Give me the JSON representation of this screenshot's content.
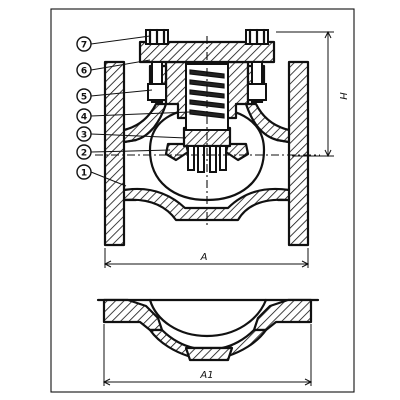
{
  "drawing": {
    "callouts": [
      "7",
      "6",
      "5",
      "4",
      "3",
      "2",
      "1"
    ],
    "dimensions": {
      "height": "H",
      "width": "A",
      "width_base": "A1"
    },
    "colors": {
      "ink": "#111111",
      "paper": "#ffffff"
    }
  }
}
